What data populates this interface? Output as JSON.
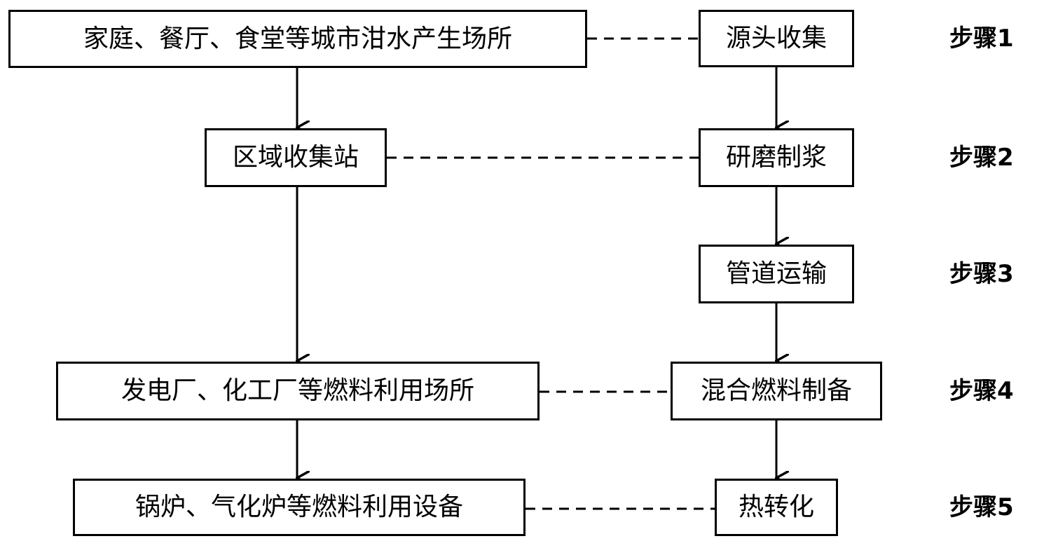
{
  "left_column": [
    "家庭、餐厅、食堂等城市泔水产生场所",
    "区域收集站",
    "发电厂、化工厂等燃料利用场所",
    "锅炉、气化炉等燃料利用设备"
  ],
  "right_column": [
    "源头收集",
    "研磨制浆",
    "管道运输",
    "混合燃料制备",
    "热转化"
  ],
  "steps": [
    "步骤1",
    "步骤2",
    "步骤3",
    "步骤4",
    "步骤5"
  ]
}
